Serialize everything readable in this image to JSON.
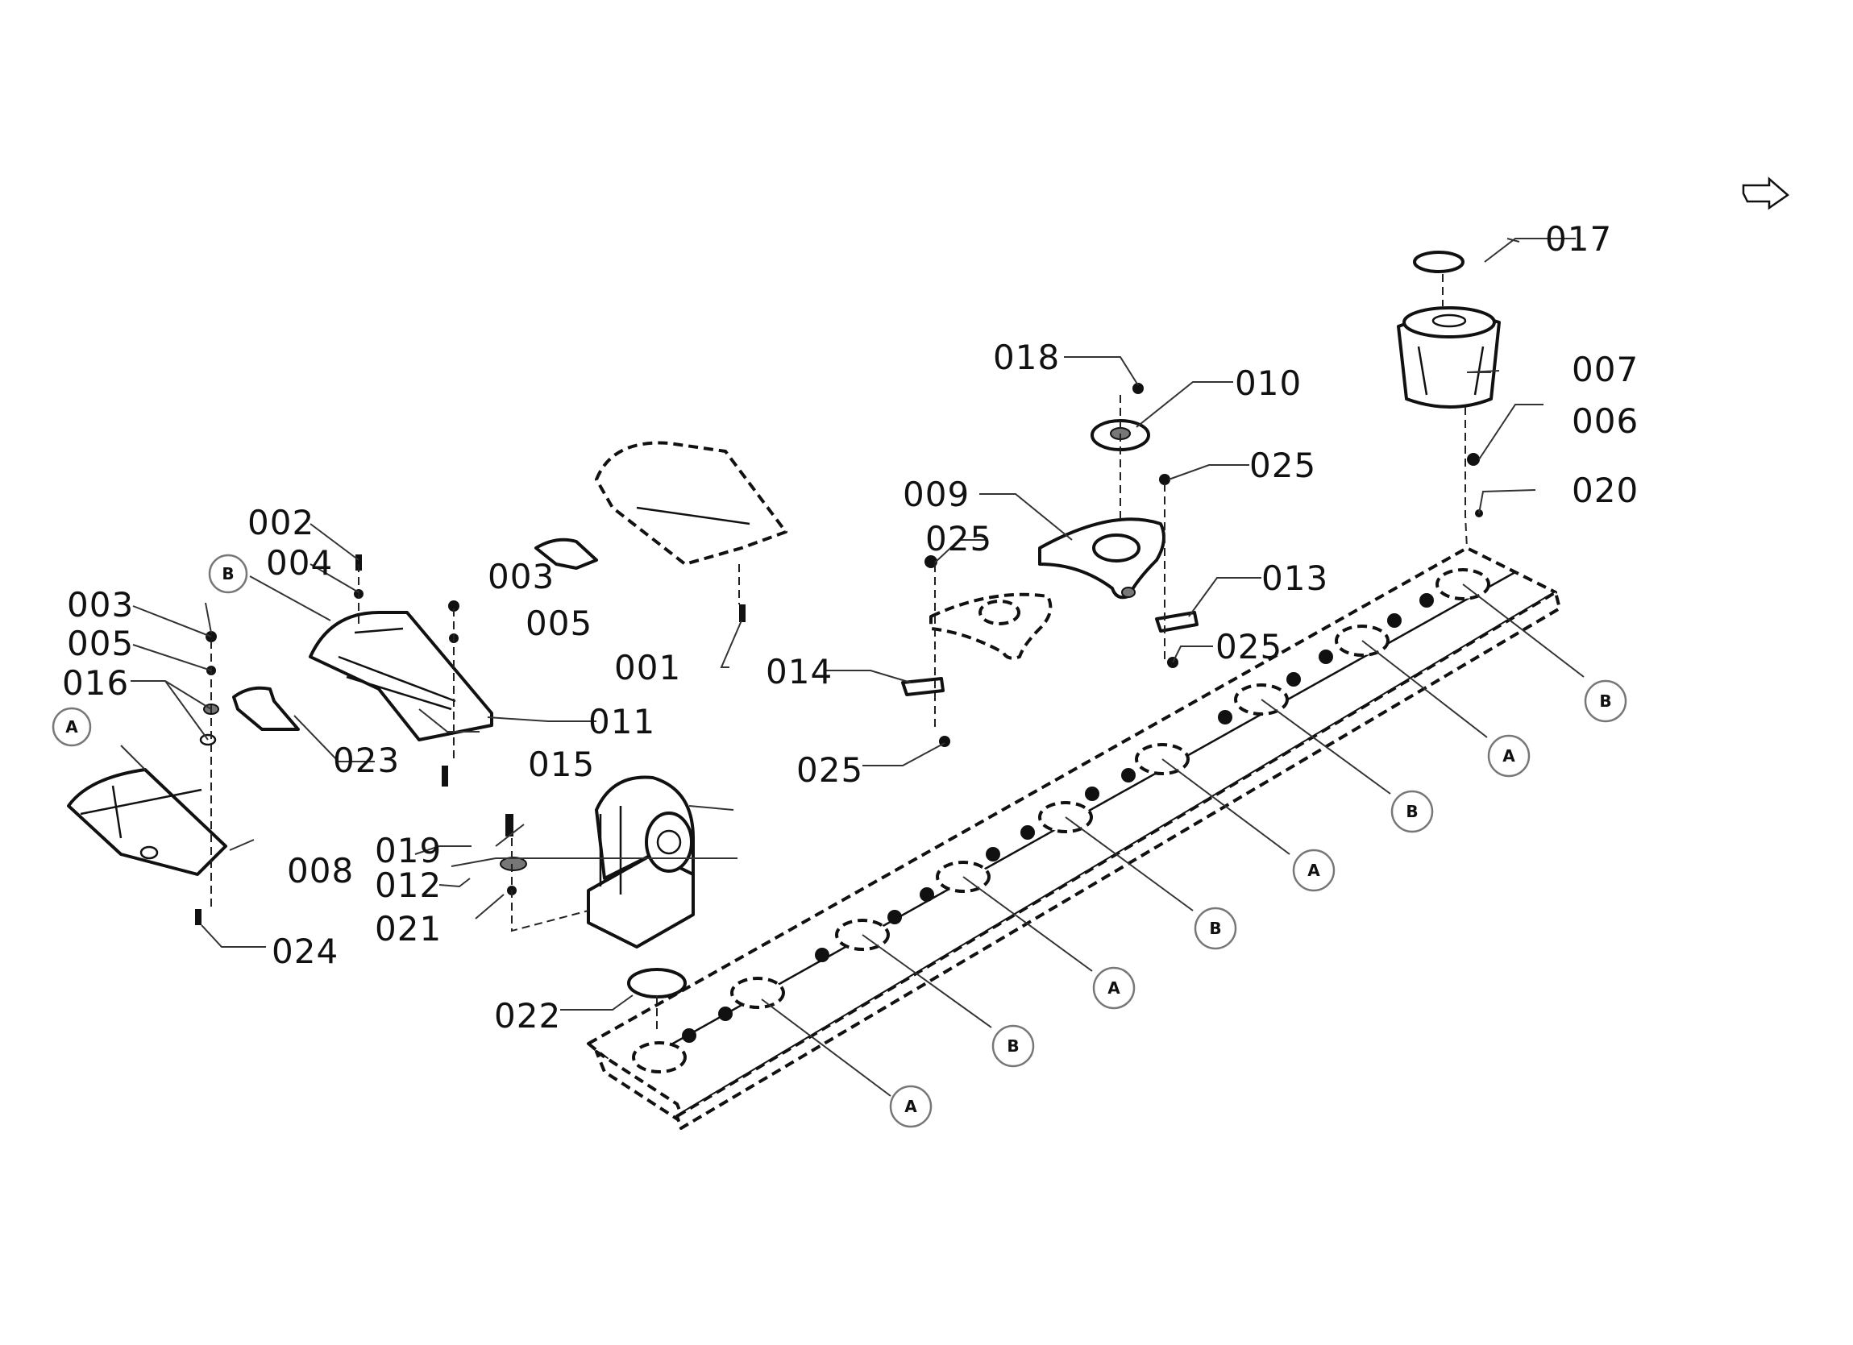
{
  "parts": {
    "p001": "001",
    "p002": "002",
    "p003a": "003",
    "p003b": "003",
    "p004": "004",
    "p005a": "005",
    "p005b": "005",
    "p006": "006",
    "p007": "007",
    "p008": "008",
    "p009": "009",
    "p010": "010",
    "p011": "011",
    "p012": "012",
    "p013": "013",
    "p014": "014",
    "p015": "015",
    "p016": "016",
    "p017": "017",
    "p018": "018",
    "p019": "019",
    "p020": "020",
    "p021": "021",
    "p022": "022",
    "p023": "023",
    "p024": "024",
    "p025a": "025",
    "p025b": "025",
    "p025c": "025",
    "p025d": "025"
  },
  "callouts": {
    "a": "A",
    "b": "B"
  },
  "icons": {
    "corner": "arrow-right-icon"
  }
}
